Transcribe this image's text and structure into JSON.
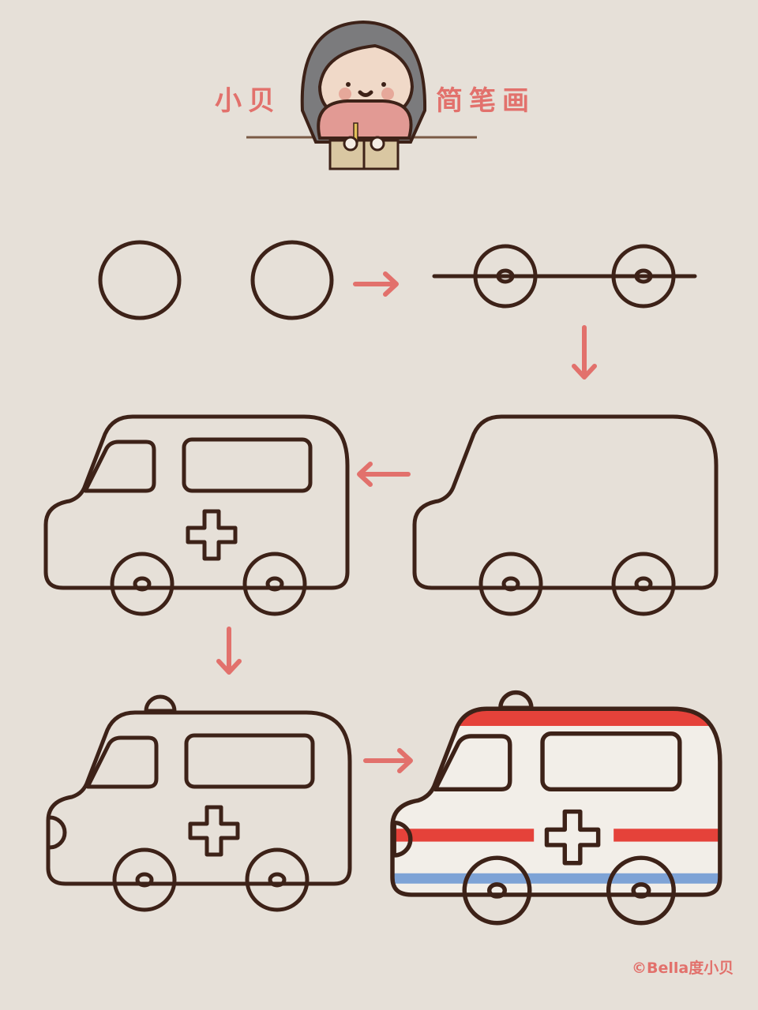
{
  "header": {
    "title_left": "小贝",
    "title_right": "简笔画"
  },
  "watermark": "©Bella度小贝",
  "steps": [
    {
      "step": 1,
      "shows": "two-circles"
    },
    {
      "step": 2,
      "shows": "wheels-with-axle"
    },
    {
      "step": 3,
      "shows": "van-body"
    },
    {
      "step": 4,
      "shows": "windows-and-cross"
    },
    {
      "step": 5,
      "shows": "siren-and-headlight"
    },
    {
      "step": 6,
      "shows": "colored-ambulance"
    }
  ],
  "colors": {
    "background": "#e6e0d8",
    "outline": "#3d2218",
    "accent_pink": "#e2716c",
    "red": "#e5423a",
    "window_blue": "#a3b8d3",
    "stripe_blue": "#7ea3d6",
    "siren_yellow": "#d9ac3f",
    "tire_gray": "#5a5756",
    "body_white": "#f2eee8"
  }
}
